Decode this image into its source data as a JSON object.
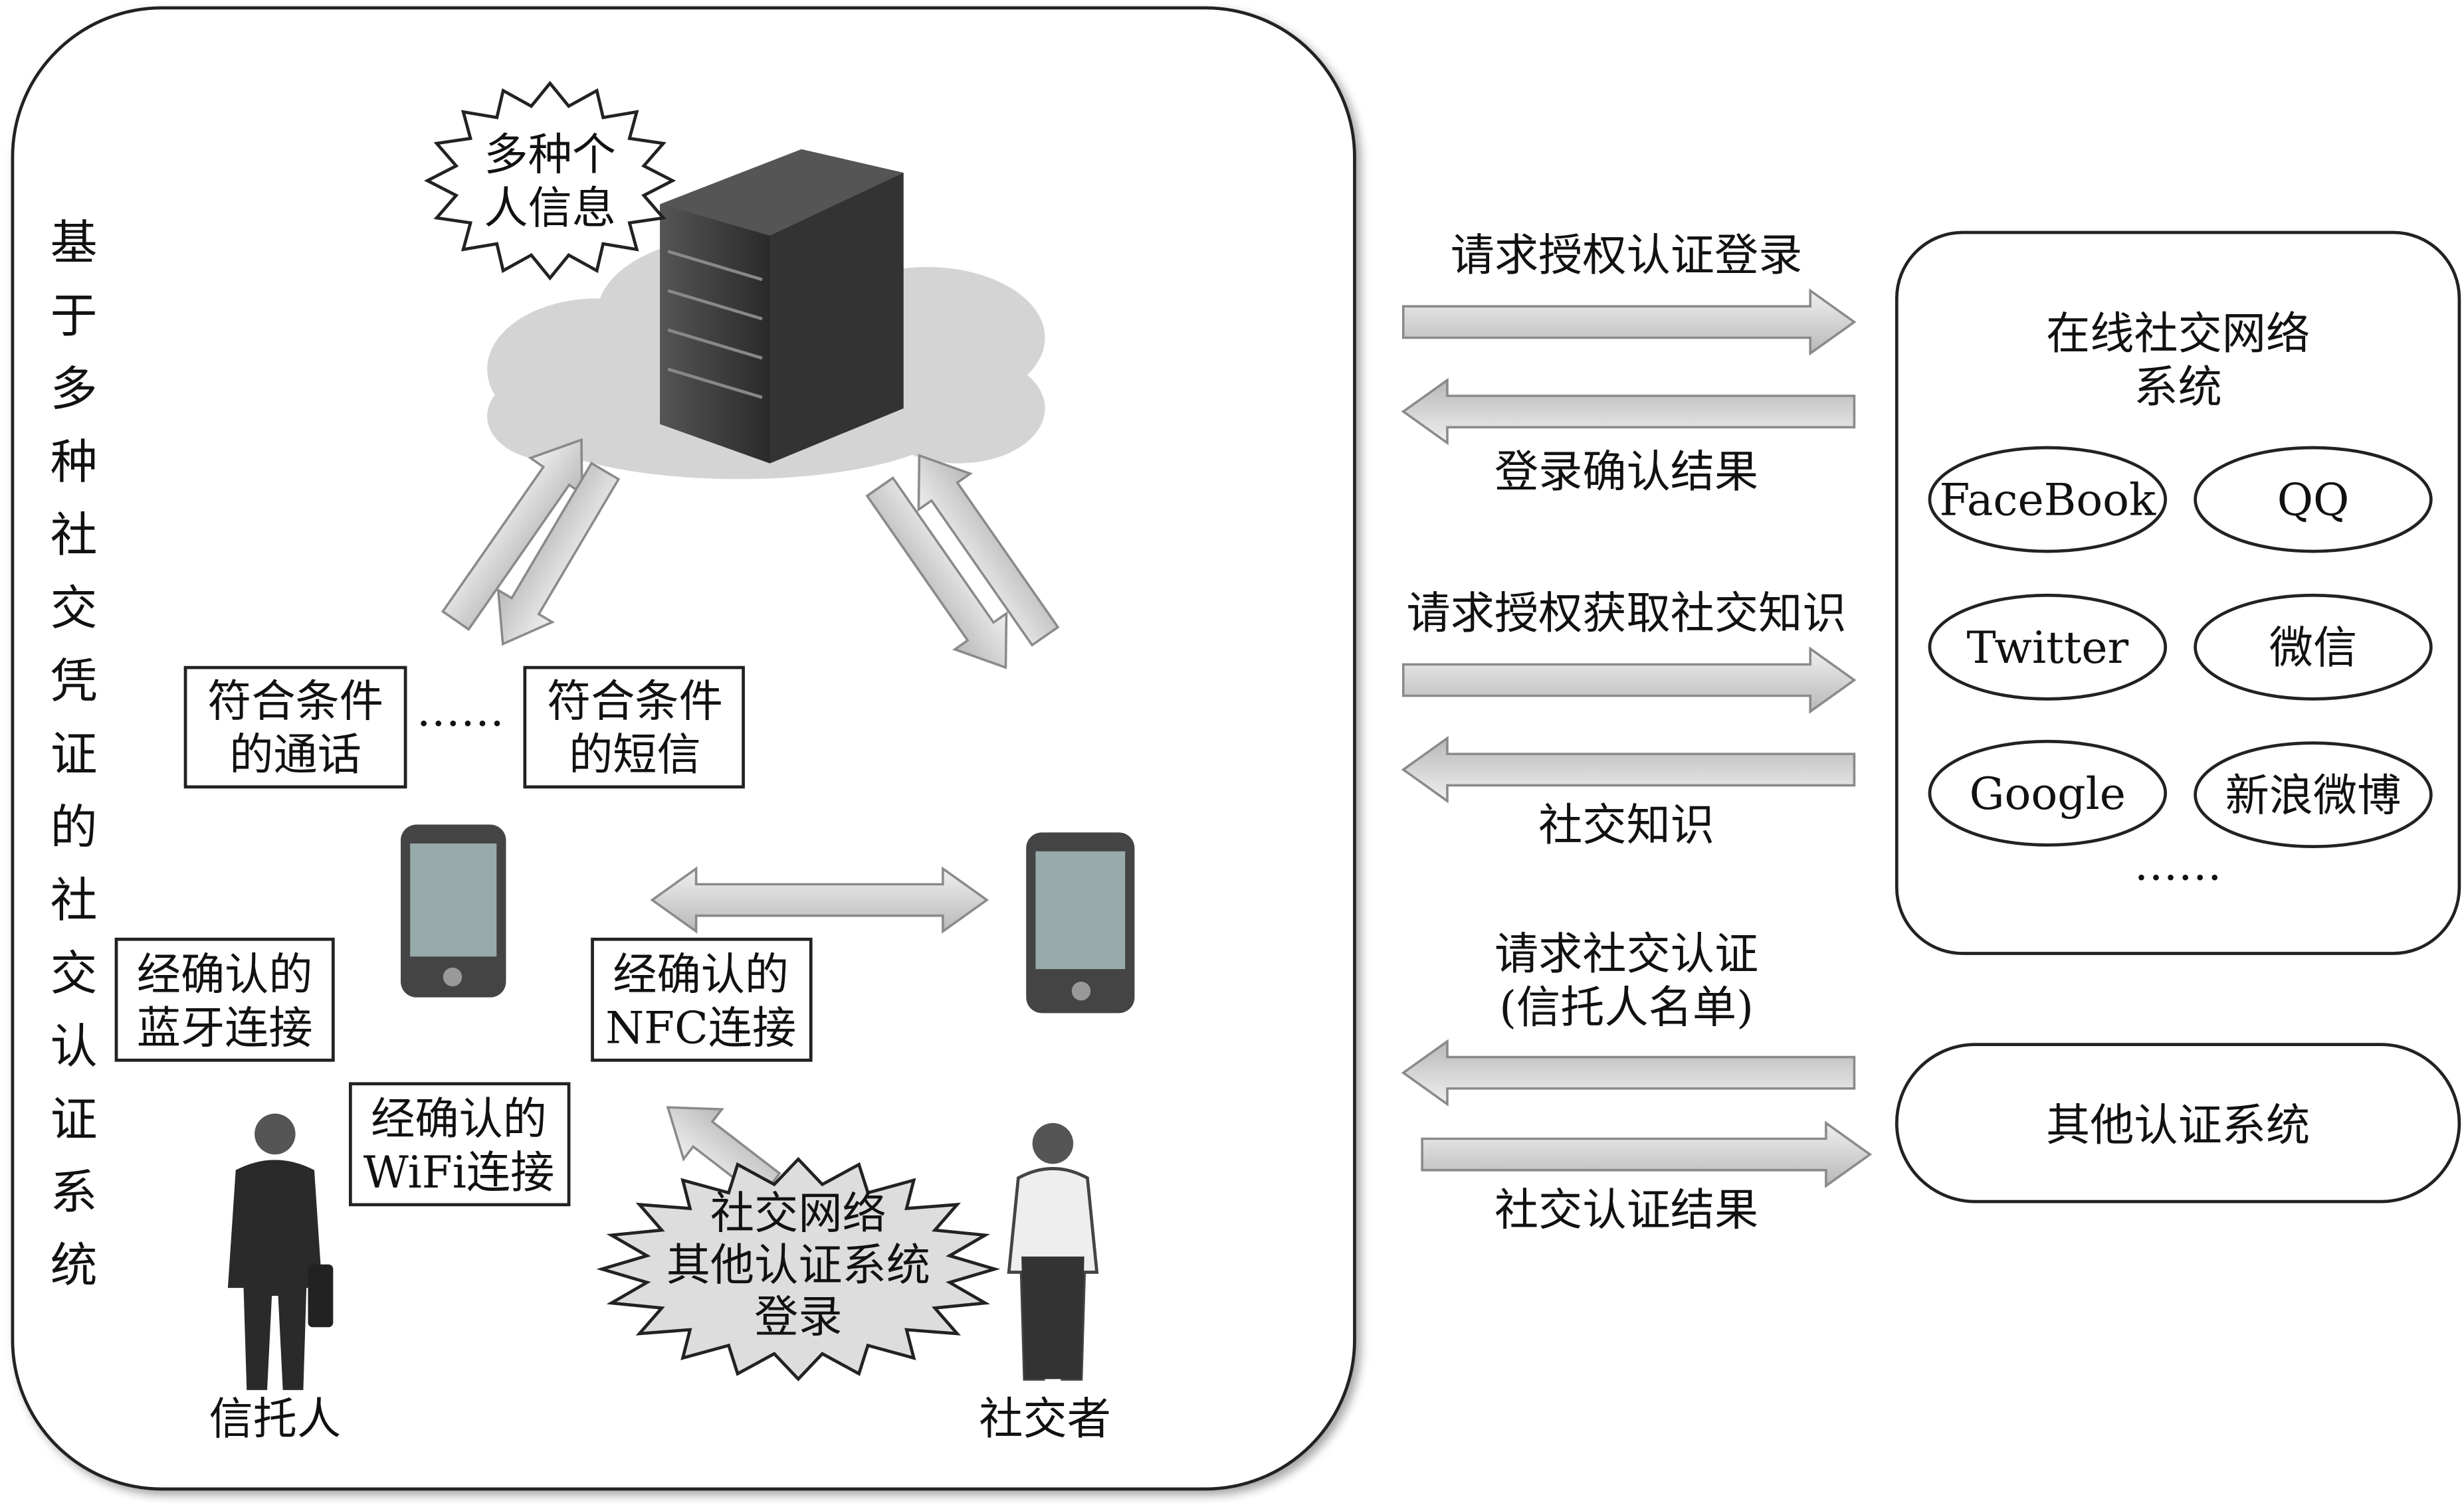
{
  "system_title": [
    "基",
    "于",
    "多",
    "种",
    "社",
    "交",
    "凭",
    "证",
    "的",
    "社",
    "交",
    "认",
    "证",
    "系",
    "统"
  ],
  "server_burst": [
    "多种个",
    "人信息"
  ],
  "boxes": {
    "call": [
      "符合条件",
      "的通话"
    ],
    "ellipsis": "……",
    "sms": [
      "符合条件",
      "的短信"
    ],
    "bluetooth": [
      "经确认的",
      "蓝牙连接"
    ],
    "nfc": [
      "经确认的",
      "NFC连接"
    ],
    "wifi": [
      "经确认的",
      "WiFi连接"
    ]
  },
  "login_burst": [
    "社交网络",
    "其他认证系统",
    "登录"
  ],
  "people": {
    "truster": "信托人",
    "socializer": "社交者"
  },
  "flows": {
    "req_auth_login": "请求授权认证登录",
    "login_result": "登录确认结果",
    "req_social_knowledge": "请求授权获取社交知识",
    "social_knowledge": "社交知识",
    "req_social_auth": [
      "请求社交认证",
      "(信托人名单)"
    ],
    "social_auth_result": "社交认证结果"
  },
  "osn": {
    "title": [
      "在线社交网络",
      "系统"
    ],
    "items": [
      "FaceBook",
      "QQ",
      "Twitter",
      "微信",
      "Google",
      "新浪微博"
    ],
    "more": "……"
  },
  "other_auth": "其他认证系统",
  "colors": {
    "arrow": "#c8c8c8",
    "arrow_edge": "#8a8a8a",
    "server": "#3a3a3a",
    "cloud": "#d6d6d6"
  }
}
